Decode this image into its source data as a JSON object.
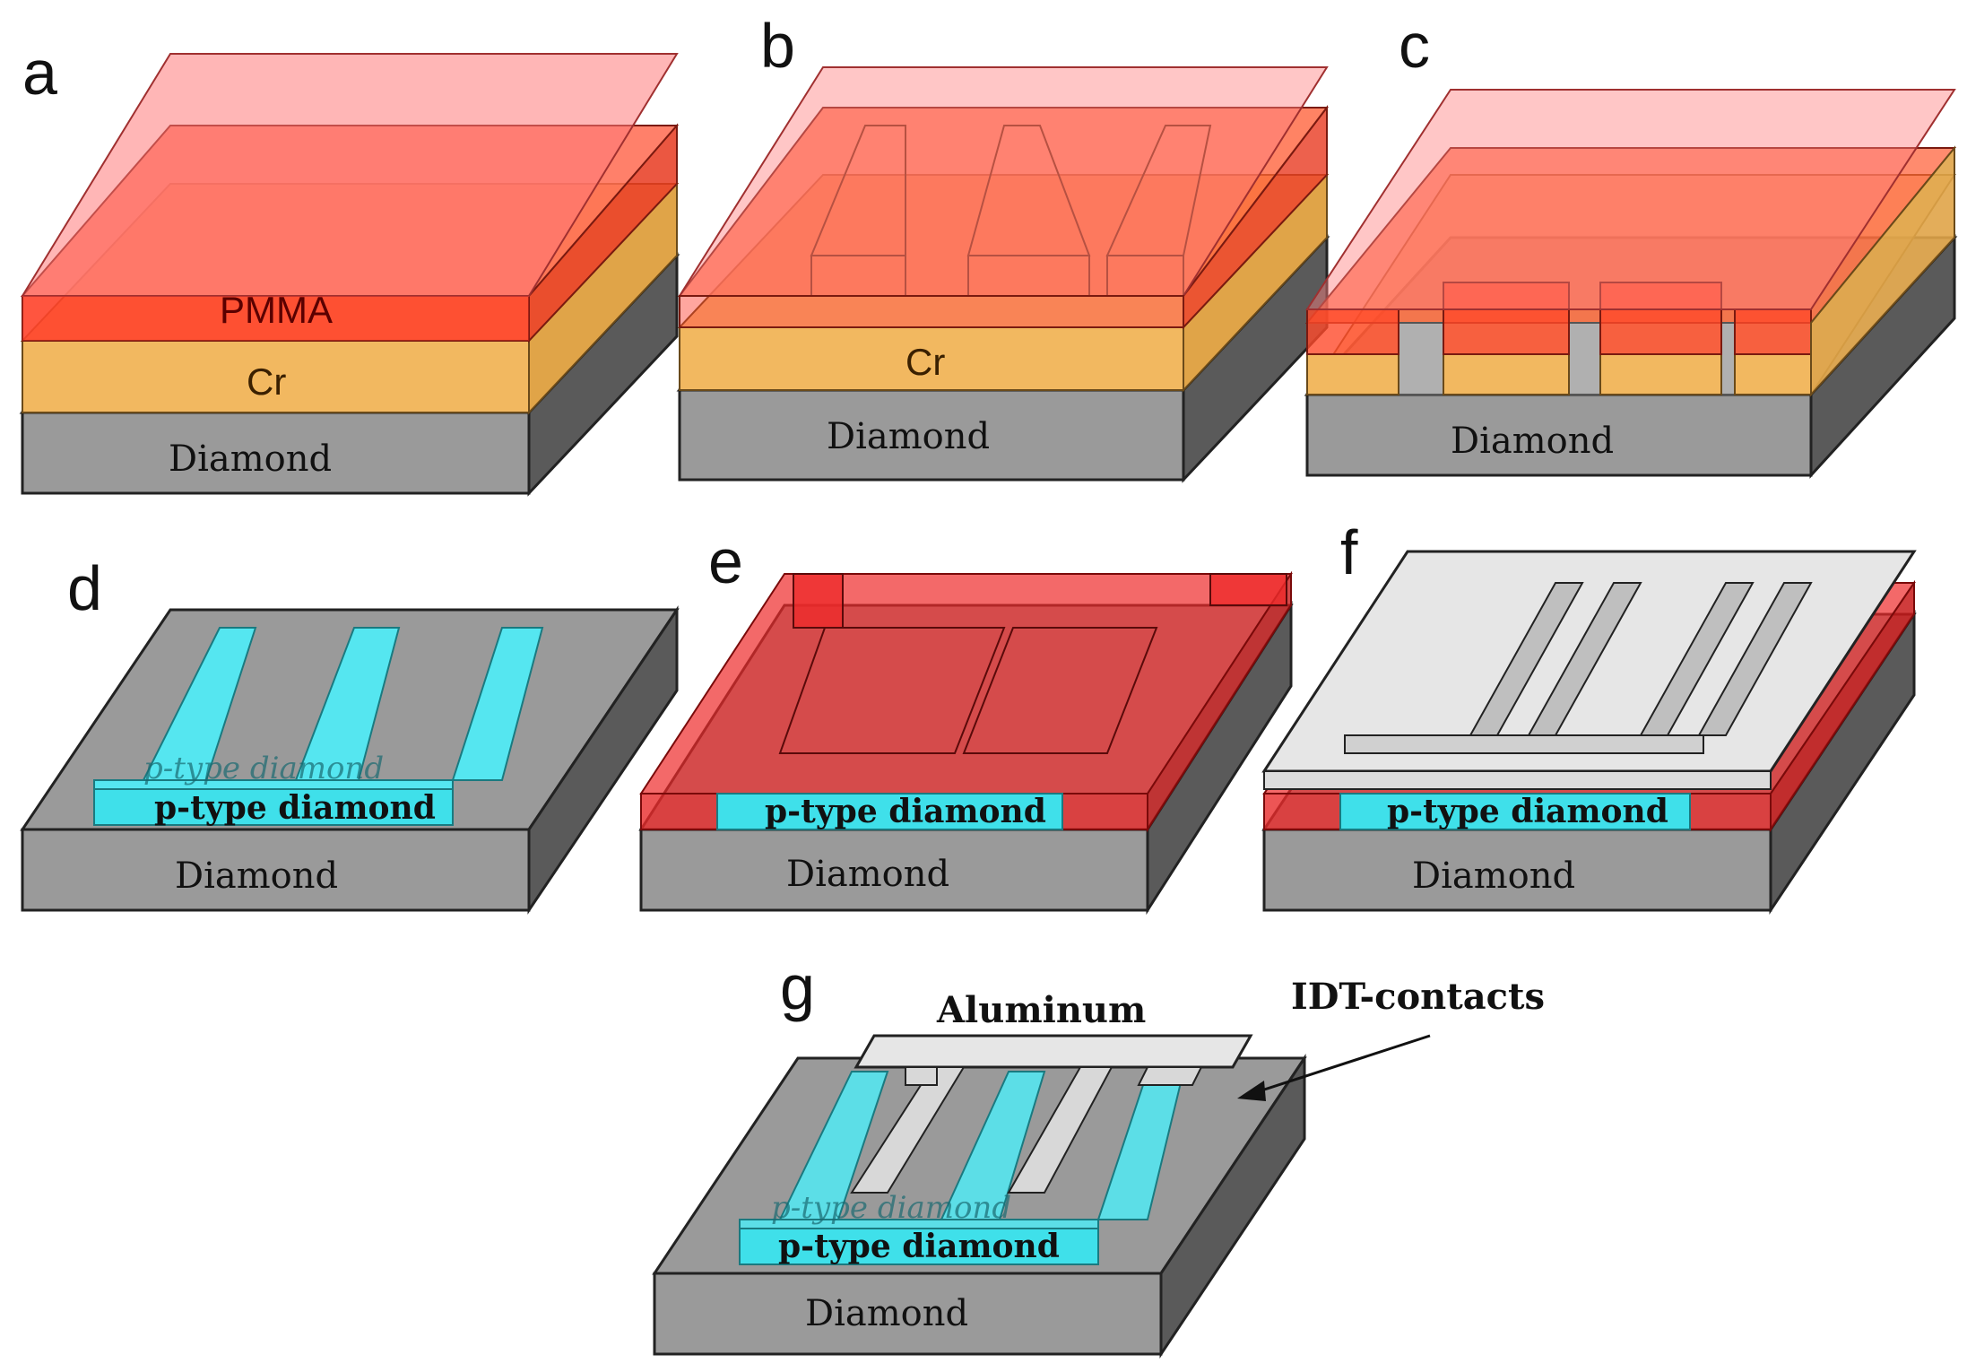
{
  "panels": {
    "a": {
      "letter": "a",
      "pmma": "PMMA",
      "cr": "Cr",
      "substrate": "Diamond"
    },
    "b": {
      "letter": "b",
      "cr": "Cr",
      "substrate": "Diamond"
    },
    "c": {
      "letter": "c",
      "substrate": "Diamond"
    },
    "d": {
      "letter": "d",
      "ptype_back": "p-type diamond",
      "ptype_front": "p-type diamond",
      "substrate": "Diamond"
    },
    "e": {
      "letter": "e",
      "ptype_front": "p-type diamond",
      "substrate": "Diamond"
    },
    "f": {
      "letter": "f",
      "ptype_front": "p-type diamond",
      "substrate": "Diamond"
    },
    "g": {
      "letter": "g",
      "aluminum": "Aluminum",
      "idt": "IDT-contacts",
      "ptype_back": "p-type diamond",
      "ptype_front": "p-type diamond",
      "substrate": "Diamond"
    }
  },
  "colors": {
    "diamond": "#9a9a9a",
    "chromium": "#f2b860",
    "pmma": "#ff4a2a",
    "ptype": "#55e6f0",
    "resist_red": "#ee2a2a",
    "aluminum": "#dcdcdc"
  }
}
